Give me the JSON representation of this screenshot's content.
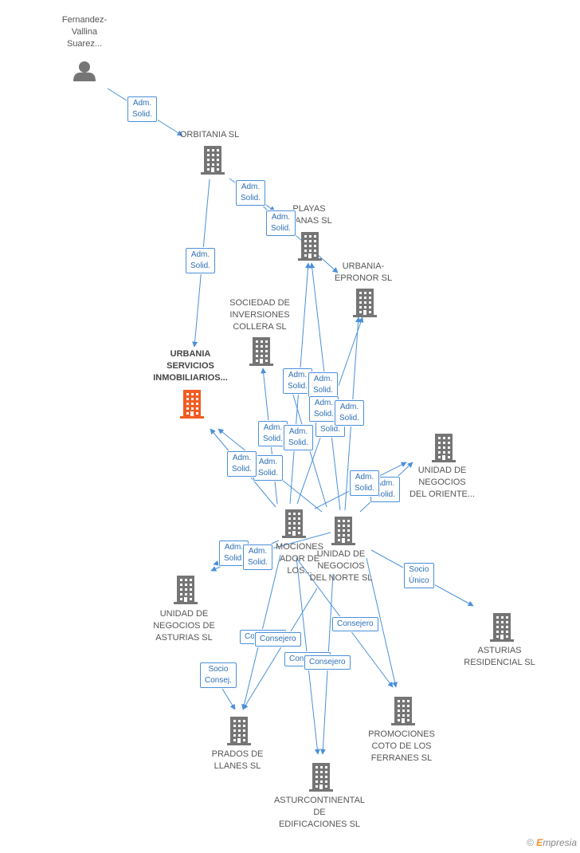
{
  "colors": {
    "edge": "#4a90d9",
    "node": "#757575",
    "focus": "#f25c22",
    "label": "#555555"
  },
  "nodes": [
    {
      "id": "person",
      "type": "person",
      "lines": [
        "Fernandez-",
        "Vallina",
        "Suarez..."
      ]
    },
    {
      "id": "orbitania",
      "type": "company",
      "lines": [
        "ORBITANIA SL"
      ]
    },
    {
      "id": "playas",
      "type": "company",
      "lines": [
        "PLAYAS",
        "RIANAS SL"
      ]
    },
    {
      "id": "urbania_epronor",
      "type": "company",
      "lines": [
        "URBANIA-",
        "EPRONOR SL"
      ]
    },
    {
      "id": "sociedad",
      "type": "company",
      "lines": [
        "SOCIEDAD DE",
        "INVERSIONES",
        "COLLERA SL"
      ]
    },
    {
      "id": "urbania_serv",
      "type": "focus",
      "lines": [
        "URBANIA",
        "SERVICIOS",
        "INMOBILIARIOS..."
      ]
    },
    {
      "id": "oriente",
      "type": "company",
      "lines": [
        "UNIDAD DE",
        "NEGOCIOS",
        "DEL ORIENTE..."
      ]
    },
    {
      "id": "promociones_ador",
      "type": "company",
      "lines": [
        "MOCIONES",
        "ADOR DE",
        "LOS..."
      ]
    },
    {
      "id": "norte",
      "type": "company",
      "lines": [
        "UNIDAD DE",
        "NEGOCIOS",
        "DEL NORTE  SL"
      ]
    },
    {
      "id": "asturias_un",
      "type": "company",
      "lines": [
        "UNIDAD DE",
        "NEGOCIOS DE",
        "ASTURIAS SL"
      ]
    },
    {
      "id": "asturias_res",
      "type": "company",
      "lines": [
        "ASTURIAS",
        "RESIDENCIAL SL"
      ]
    },
    {
      "id": "prados",
      "type": "company",
      "lines": [
        "PRADOS DE",
        "LLANES SL"
      ]
    },
    {
      "id": "coto",
      "type": "company",
      "lines": [
        "PROMOCIONES",
        "COTO DE LOS",
        "FERRANES SL"
      ]
    },
    {
      "id": "asturcontinental",
      "type": "company",
      "lines": [
        "ASTURCONTINENTAL",
        "DE",
        "EDIFICACIONES SL"
      ]
    }
  ],
  "edges": [
    {
      "from": "person",
      "to": "orbitania",
      "label": [
        "Adm.",
        "Solid."
      ]
    },
    {
      "from": "orbitania",
      "to": "playas",
      "label": [
        "Adm.",
        "Solid."
      ]
    },
    {
      "from": "orbitania",
      "to": "urbania_epronor",
      "label": [
        "Adm.",
        "Solid."
      ]
    },
    {
      "from": "orbitania",
      "to": "urbania_serv",
      "label": [
        "Adm.",
        "Solid."
      ]
    },
    {
      "from": "promociones_ador",
      "to": "sociedad",
      "label": [
        "Adm.",
        "Solid."
      ]
    },
    {
      "from": "norte",
      "to": "sociedad",
      "label": [
        "Adm.",
        "Solid."
      ]
    },
    {
      "from": "promociones_ador",
      "to": "playas",
      "label": [
        "Adm.",
        "Solid."
      ]
    },
    {
      "from": "norte",
      "to": "playas",
      "label": [
        "Adm.",
        "Solid."
      ]
    },
    {
      "from": "promociones_ador",
      "to": "urbania_epronor",
      "label": [
        "Adm.",
        "Solid."
      ]
    },
    {
      "from": "norte",
      "to": "urbania_epronor",
      "label": [
        "Adm.",
        "Solid."
      ]
    },
    {
      "from": "promociones_ador",
      "to": "urbania_serv",
      "label": [
        "Adm.",
        "Solid."
      ]
    },
    {
      "from": "norte",
      "to": "urbania_serv",
      "label": [
        "Adm.",
        "Solid."
      ]
    },
    {
      "from": "promociones_ador",
      "to": "oriente",
      "label": [
        "Adm.",
        "Solid."
      ]
    },
    {
      "from": "norte",
      "to": "oriente",
      "label": [
        "Adm.",
        "Solid."
      ]
    },
    {
      "from": "promociones_ador",
      "to": "asturias_un",
      "label": [
        "Adm.",
        "Solid."
      ]
    },
    {
      "from": "norte",
      "to": "asturias_un",
      "label": [
        "Adm.",
        "Solid."
      ]
    },
    {
      "from": "norte",
      "to": "asturias_res",
      "label": [
        "Adm.",
        "Solid."
      ]
    },
    {
      "from": "asturias_un",
      "to": "prados",
      "label": [
        "Socio",
        "Único"
      ]
    },
    {
      "from": "promociones_ador",
      "to": "prados",
      "label": [
        "Socio",
        "Consej."
      ]
    },
    {
      "from": "norte",
      "to": "prados",
      "label": [
        "Consejero"
      ]
    },
    {
      "from": "promociones_ador",
      "to": "asturcontinental",
      "label": [
        "Consejero"
      ]
    },
    {
      "from": "norte",
      "to": "asturcontinental",
      "label": [
        "Consejero"
      ]
    },
    {
      "from": "promociones_ador",
      "to": "coto",
      "label": [
        "Consejero"
      ]
    },
    {
      "from": "norte",
      "to": "coto",
      "label": [
        "Consejero"
      ]
    }
  ],
  "brand": {
    "copyright": "©",
    "name_initial": "E",
    "name_rest": "mpresia"
  }
}
